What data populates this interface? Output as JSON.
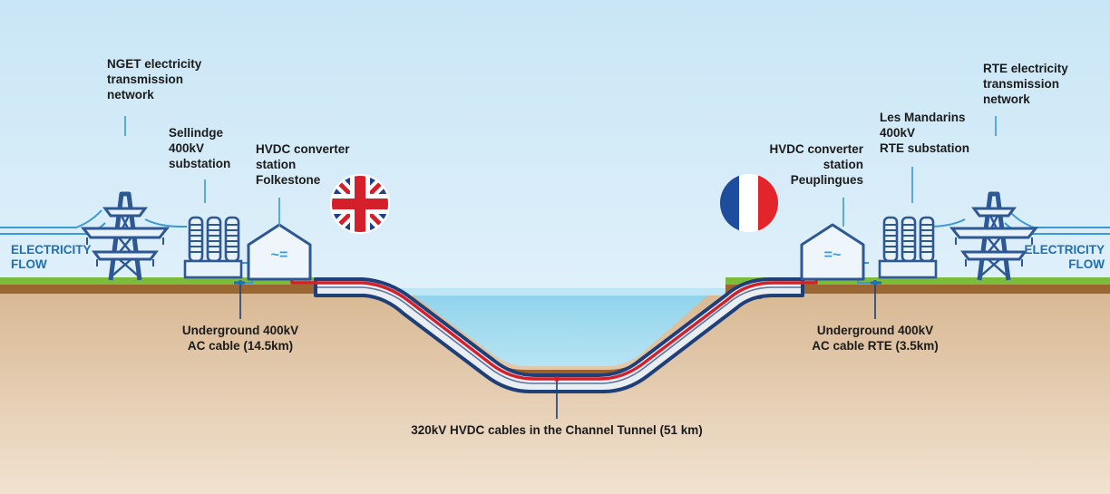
{
  "labels": {
    "nget": [
      "NGET electricity",
      "transmission",
      "network"
    ],
    "sellindge": [
      "Sellindge",
      "400kV",
      "substation"
    ],
    "hvdc_uk": [
      "HVDC converter",
      "station",
      "Folkestone"
    ],
    "hvdc_fr": [
      "HVDC converter",
      "station",
      "Peuplingues"
    ],
    "mandarins": [
      "Les Mandarins",
      "400kV",
      "RTE substation"
    ],
    "rte": [
      "RTE electricity",
      "transmission",
      "network"
    ],
    "flow_left": [
      "ELECTRICITY",
      "FLOW"
    ],
    "flow_right": [
      "ELECTRICITY",
      "FLOW"
    ],
    "ac_uk": [
      "Underground 400kV",
      "AC cable (14.5km)"
    ],
    "ac_fr": [
      "Underground 400kV",
      "AC cable RTE (3.5km)"
    ],
    "tunnel": "320kV HVDC cables in the Channel Tunnel (51 km)"
  },
  "icons": {
    "uk_flag": "united-kingdom-flag",
    "fr_flag": "france-flag",
    "pylon": "transmission-pylon",
    "substation": "substation-transformer",
    "converter": "converter-station"
  },
  "colors": {
    "sky": "#cde8f6",
    "sea": "#9ad8ee",
    "grass": "#7dbb3a",
    "soil": "#e3c7a7",
    "soil_dark": "#a1662f",
    "tunnel_outline": "#1f3f78",
    "hvdc_cable": "#d4202b",
    "line_blue": "#3a9ad4",
    "steel": "#325c9a"
  }
}
